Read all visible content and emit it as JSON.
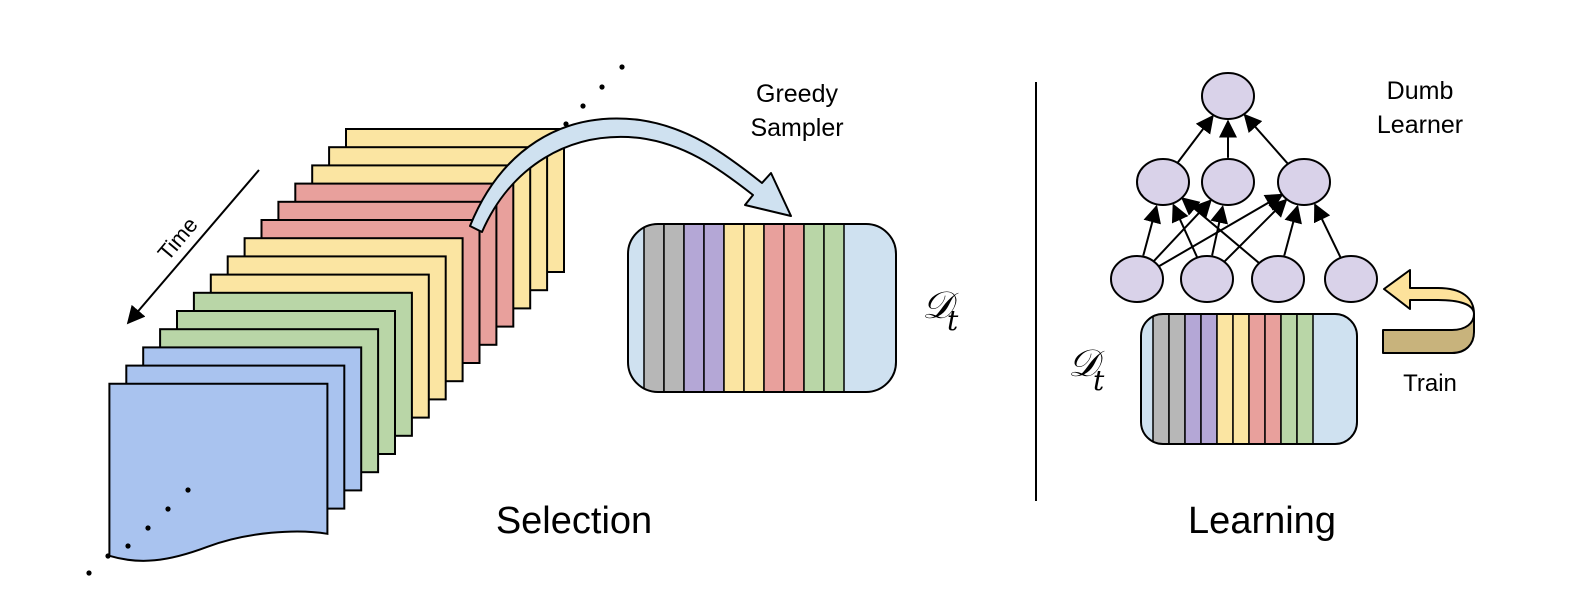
{
  "labels": {
    "time": "Time",
    "greedy_line1": "Greedy",
    "greedy_line2": "Sampler",
    "selection": "Selection",
    "learning": "Learning",
    "dumb_line1": "Dumb",
    "dumb_line2": "Learner",
    "train": "Train",
    "dataset_symbol": "𝒟",
    "dataset_subscript": "t"
  },
  "colors": {
    "yellow": "#fbe5a2",
    "red": "#e8a09c",
    "green": "#b9d6a7",
    "blue": "#a9c3ef",
    "purple": "#b4a7d6",
    "gray": "#b7b7b7",
    "light_blue": "#cfe1f0",
    "node": "#d9d2e9",
    "train_arrow": "#fde29b",
    "train_arrow_dark": "#c8b37c"
  },
  "frame_stack_colors": [
    "yellow",
    "yellow",
    "yellow",
    "red",
    "red",
    "red",
    "yellow",
    "yellow",
    "yellow",
    "green",
    "green",
    "green",
    "blue",
    "blue",
    "blue"
  ],
  "buffer_stripes": [
    "gray",
    "gray",
    "purple",
    "purple",
    "yellow",
    "yellow",
    "red",
    "red",
    "green",
    "green"
  ]
}
